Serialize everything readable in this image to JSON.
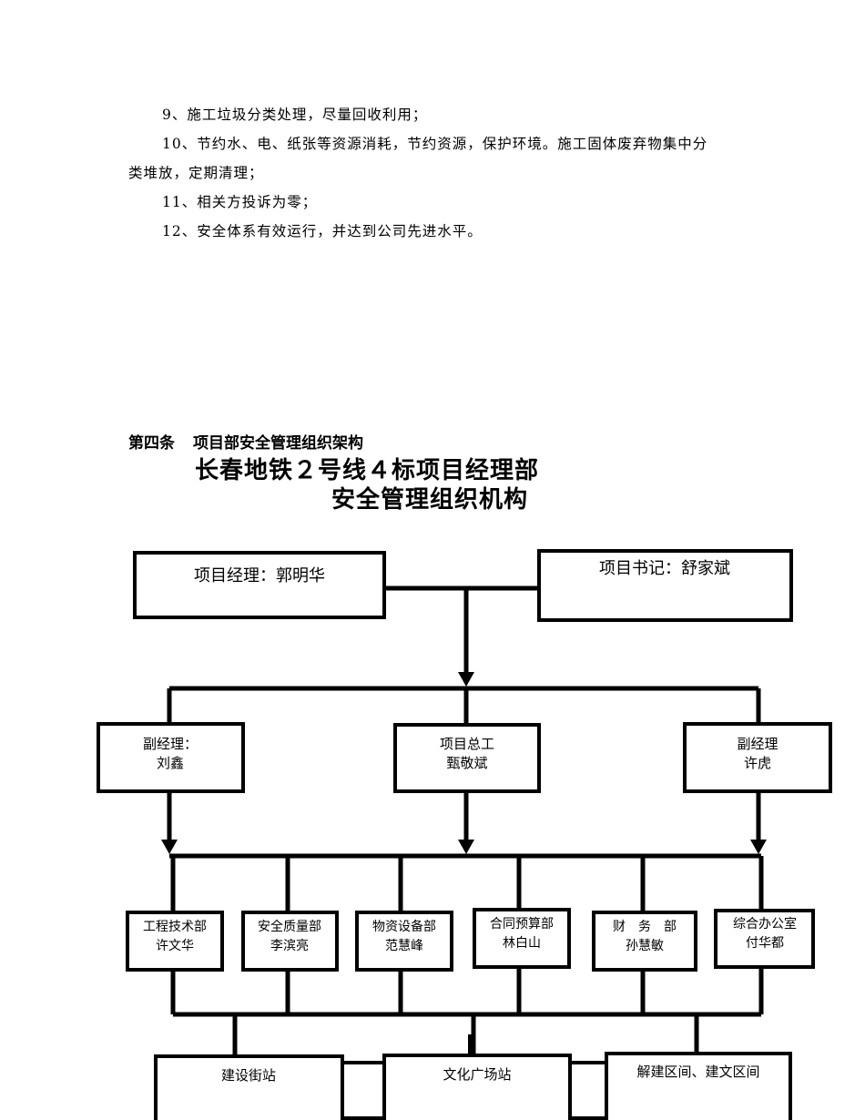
{
  "paragraphs": [
    "9、施工垃圾分类处理，尽量回收利用；",
    "10、节约水、电、纸张等资源消耗，节约资源，保护环境。施工固体废弃物集中分",
    "类堆放，定期清理；",
    "11、相关方投诉为零；",
    "12、安全体系有效运行，并达到公司先进水平。"
  ],
  "section": {
    "number": "第四条",
    "heading": "项目部安全管理组织架构"
  },
  "title": {
    "line1": "长春地铁２号线４标项目经理部",
    "line2": "安全管理组织机构"
  },
  "org": {
    "manager": "项目经理：郭明华",
    "secretary": "项目书记：舒家斌",
    "deputy_left": [
      "副经理：",
      "刘鑫"
    ],
    "chief_engineer": [
      "项目总工",
      "甄敬斌"
    ],
    "deputy_right": [
      "副经理",
      "许虎"
    ],
    "departments": [
      [
        "工程技术部",
        "许文华"
      ],
      [
        "安全质量部",
        "李滨亮"
      ],
      [
        "物资设备部",
        "范慧峰"
      ],
      [
        "合同预算部",
        "林白山"
      ],
      [
        "财　务　部",
        "孙慧敏"
      ],
      [
        "综合办公室",
        "付华都"
      ]
    ],
    "sites": [
      "建设街站",
      "文化广场站",
      "解建区间、建文区间"
    ]
  }
}
